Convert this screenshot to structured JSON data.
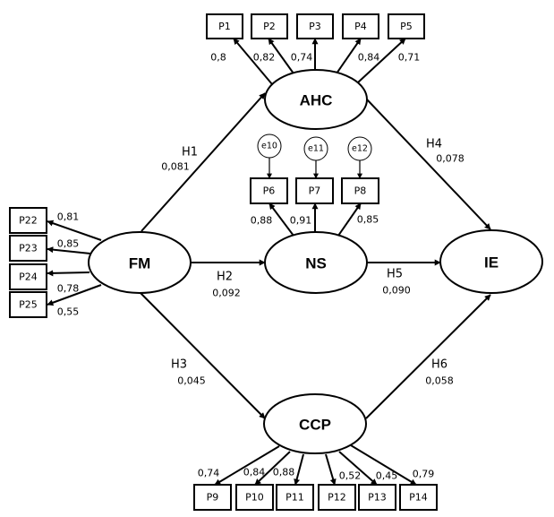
{
  "constructs": [
    {
      "id": "AHC",
      "label": "AHC"
    },
    {
      "id": "FM",
      "label": "FM"
    },
    {
      "id": "NS",
      "label": "NS"
    },
    {
      "id": "IE",
      "label": "IE"
    },
    {
      "id": "CCP",
      "label": "CCP"
    }
  ],
  "indicators": [
    {
      "id": "P1",
      "label": "P1",
      "construct": "AHC",
      "loading": "0,8"
    },
    {
      "id": "P2",
      "label": "P2",
      "construct": "AHC",
      "loading": "0,82"
    },
    {
      "id": "P3",
      "label": "P3",
      "construct": "AHC",
      "loading": "0,74"
    },
    {
      "id": "P4",
      "label": "P4",
      "construct": "AHC",
      "loading": "0,84"
    },
    {
      "id": "P5",
      "label": "P5",
      "construct": "AHC",
      "loading": "0,71"
    },
    {
      "id": "P6",
      "label": "P6",
      "construct": "NS",
      "loading": "0,88",
      "error": "e10"
    },
    {
      "id": "P7",
      "label": "P7",
      "construct": "NS",
      "loading": "0,91",
      "error": "e11"
    },
    {
      "id": "P8",
      "label": "P8",
      "construct": "NS",
      "loading": "0,85",
      "error": "e12"
    },
    {
      "id": "P22",
      "label": "P22",
      "construct": "FM",
      "loading": "0,81"
    },
    {
      "id": "P23",
      "label": "P23",
      "construct": "FM",
      "loading": "0,85"
    },
    {
      "id": "P24",
      "label": "P24",
      "construct": "FM",
      "loading": "0,78"
    },
    {
      "id": "P25",
      "label": "P25",
      "construct": "FM",
      "loading": "0,55"
    },
    {
      "id": "P9",
      "label": "P9",
      "construct": "CCP",
      "loading": "0,74"
    },
    {
      "id": "P10",
      "label": "P10",
      "construct": "CCP",
      "loading": "0,84"
    },
    {
      "id": "P11",
      "label": "P11",
      "construct": "CCP",
      "loading": "0,88"
    },
    {
      "id": "P12",
      "label": "P12",
      "construct": "CCP",
      "loading": "0,52"
    },
    {
      "id": "P13",
      "label": "P13",
      "construct": "CCP",
      "loading": "0,45"
    },
    {
      "id": "P14",
      "label": "P14",
      "construct": "CCP",
      "loading": "0,79"
    }
  ],
  "hypotheses": [
    {
      "id": "H1",
      "label": "H1",
      "from": "FM",
      "to": "AHC",
      "value": "0,081"
    },
    {
      "id": "H2",
      "label": "H2",
      "from": "FM",
      "to": "NS",
      "value": "0,092"
    },
    {
      "id": "H3",
      "label": "H3",
      "from": "FM",
      "to": "CCP",
      "value": "0,045"
    },
    {
      "id": "H4",
      "label": "H4",
      "from": "AHC",
      "to": "IE",
      "value": "0,078"
    },
    {
      "id": "H5",
      "label": "H5",
      "from": "NS",
      "to": "IE",
      "value": "0,090"
    },
    {
      "id": "H6",
      "label": "H6",
      "from": "CCP",
      "to": "IE",
      "value": "0,058"
    }
  ]
}
